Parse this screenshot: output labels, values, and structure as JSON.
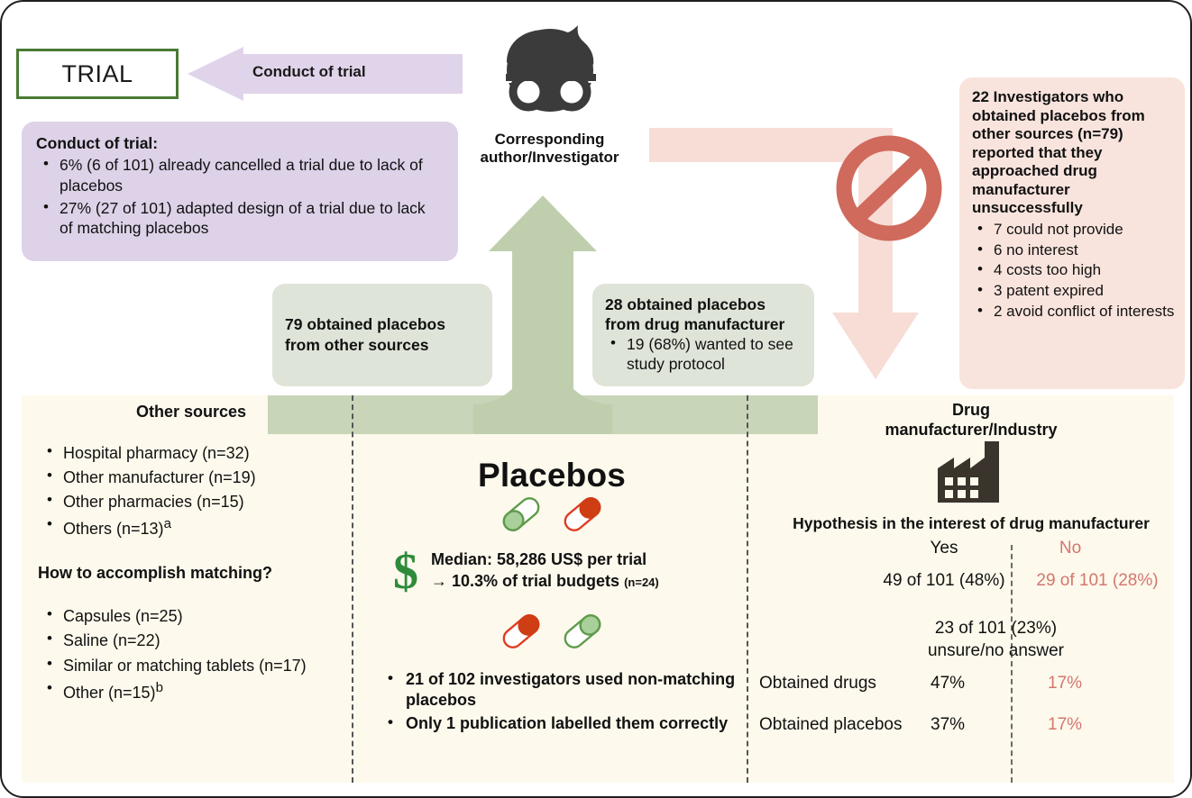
{
  "colors": {
    "purple": "#ddd2e8",
    "green_card": "#dfe4d8",
    "green_arrow": "#bfcfae",
    "pink_card": "#f9e4dd",
    "pink_arrow": "#f7ddd6",
    "cream": "#fdf9ec",
    "red_accent": "#d4766e",
    "trial_border": "#4a7a34",
    "dollar_green": "#2e8b3a"
  },
  "trial": {
    "label": "TRIAL"
  },
  "conduct_arrow": {
    "label": "Conduct of trial"
  },
  "purple_card": {
    "heading": "Conduct of trial:",
    "bullets": [
      "6% (6 of 101) already cancelled a trial due to lack of placebos",
      "27% (27 of 101) adapted design  of a trial due to lack of matching placebos"
    ]
  },
  "author": {
    "icon": "person-with-glasses-icon",
    "caption_line1": "Corresponding",
    "caption_line2": "author/Investigator"
  },
  "no_sign": {
    "icon": "prohibition-icon"
  },
  "pink_card": {
    "heading": "22 Investigators who obtained placebos from other sources (n=79) reported that they approached drug manufacturer unsuccessfully",
    "bullets": [
      "7 could not provide",
      "6 no interest",
      "4 costs too high",
      "3 patent expired",
      "2 avoid conflict of interests"
    ]
  },
  "green_card_left": {
    "line1": "79 obtained placebos",
    "line2": "from other sources"
  },
  "green_card_right": {
    "line1": "28 obtained placebos",
    "line2": "from drug manufacturer",
    "bullets": [
      "19 (68%) wanted to see study protocol"
    ]
  },
  "other_sources": {
    "title": "Other sources",
    "sources": [
      "Hospital pharmacy (n=32)",
      "Other manufacturer (n=19)",
      "Other pharmacies (n=15)",
      "Others (n=13)"
    ],
    "sources_superscripts": [
      "",
      "",
      "",
      "a"
    ],
    "matching_question": "How to accomplish matching?",
    "matching": [
      "Capsules (n=25)",
      "Saline (n=22)",
      "Similar or matching tablets (n=17)",
      "Other (n=15)"
    ],
    "matching_superscripts": [
      "",
      "",
      "",
      "b"
    ]
  },
  "placebos": {
    "title": "Placebos",
    "pills_top": [
      "green-capsule-icon",
      "red-capsule-icon"
    ],
    "pills_bottom": [
      "red-capsule-icon",
      "green-capsule-icon"
    ],
    "money_icon": "dollar-sign-icon",
    "money_line1": "Median: 58,286 US$ per trial",
    "money_line2_arrow": "→",
    "money_line2": "10.3% of trial budgets",
    "money_line2_n": "(n=24)",
    "bullets": [
      "21 of 102 investigators used non-matching placebos",
      "Only 1 publication labelled them correctly"
    ]
  },
  "manufacturer": {
    "title_line1": "Drug",
    "title_line2": "manufacturer/Industry",
    "icon": "factory-icon",
    "hypothesis_heading": "Hypothesis in the interest of drug manufacturer",
    "yes_header": "Yes",
    "no_header": "No",
    "yes_value": "49 of 101 (48%)",
    "no_value": "29 of 101 (28%)",
    "unsure_line1": "23 of 101 (23%)",
    "unsure_line2": "unsure/no answer",
    "rows": [
      {
        "label": "Obtained drugs",
        "yes": "47%",
        "no": "17%"
      },
      {
        "label": "Obtained placebos",
        "yes": "37%",
        "no": "17%"
      }
    ]
  }
}
